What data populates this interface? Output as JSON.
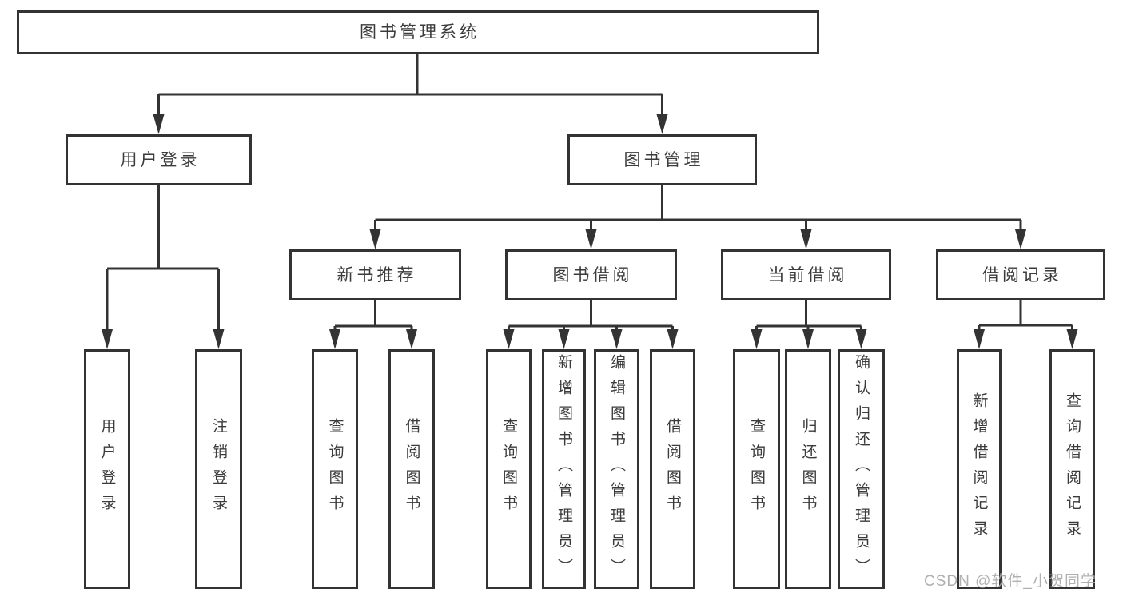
{
  "nodes": {
    "root": {
      "label": "图书管理系统"
    },
    "user_login": {
      "label": "用户登录"
    },
    "book_mgmt": {
      "label": "图书管理"
    },
    "new_book_rec": {
      "label": "新书推荐"
    },
    "book_borrow": {
      "label": "图书借阅"
    },
    "current_borrow": {
      "label": "当前借阅"
    },
    "borrow_records": {
      "label": "借阅记录"
    },
    "leaf_user_login": {
      "label": "用户登录"
    },
    "leaf_logout": {
      "label": "注销登录"
    },
    "leaf_rec_query": {
      "label": "查询图书"
    },
    "leaf_rec_borrow": {
      "label": "借阅图书"
    },
    "leaf_bb_query": {
      "label": "查询图书"
    },
    "leaf_bb_add": {
      "label": "新增图书（管理员）"
    },
    "leaf_bb_edit": {
      "label": "编辑图书（管理员）"
    },
    "leaf_bb_borrow": {
      "label": "借阅图书"
    },
    "leaf_cb_query": {
      "label": "查询图书"
    },
    "leaf_cb_return": {
      "label": "归还图书"
    },
    "leaf_cb_confirm": {
      "label": "确认归还（管理员）"
    },
    "leaf_br_add": {
      "label": "新增借阅记录"
    },
    "leaf_br_query": {
      "label": "查询借阅记录"
    }
  },
  "hierarchy": {
    "root": [
      "user_login",
      "book_mgmt"
    ],
    "user_login": [
      "leaf_user_login",
      "leaf_logout"
    ],
    "book_mgmt": [
      "new_book_rec",
      "book_borrow",
      "current_borrow",
      "borrow_records"
    ],
    "new_book_rec": [
      "leaf_rec_query",
      "leaf_rec_borrow"
    ],
    "book_borrow": [
      "leaf_bb_query",
      "leaf_bb_add",
      "leaf_bb_edit",
      "leaf_bb_borrow"
    ],
    "current_borrow": [
      "leaf_cb_query",
      "leaf_cb_return",
      "leaf_cb_confirm"
    ],
    "borrow_records": [
      "leaf_br_add",
      "leaf_br_query"
    ]
  },
  "watermark": {
    "text": "CSDN @软件_小贺同学"
  },
  "colors": {
    "line": "#333333",
    "text": "#3b3b3b",
    "box_fill": "#ffffff",
    "background": "#ffffff",
    "watermark": "#a8a8a8"
  }
}
